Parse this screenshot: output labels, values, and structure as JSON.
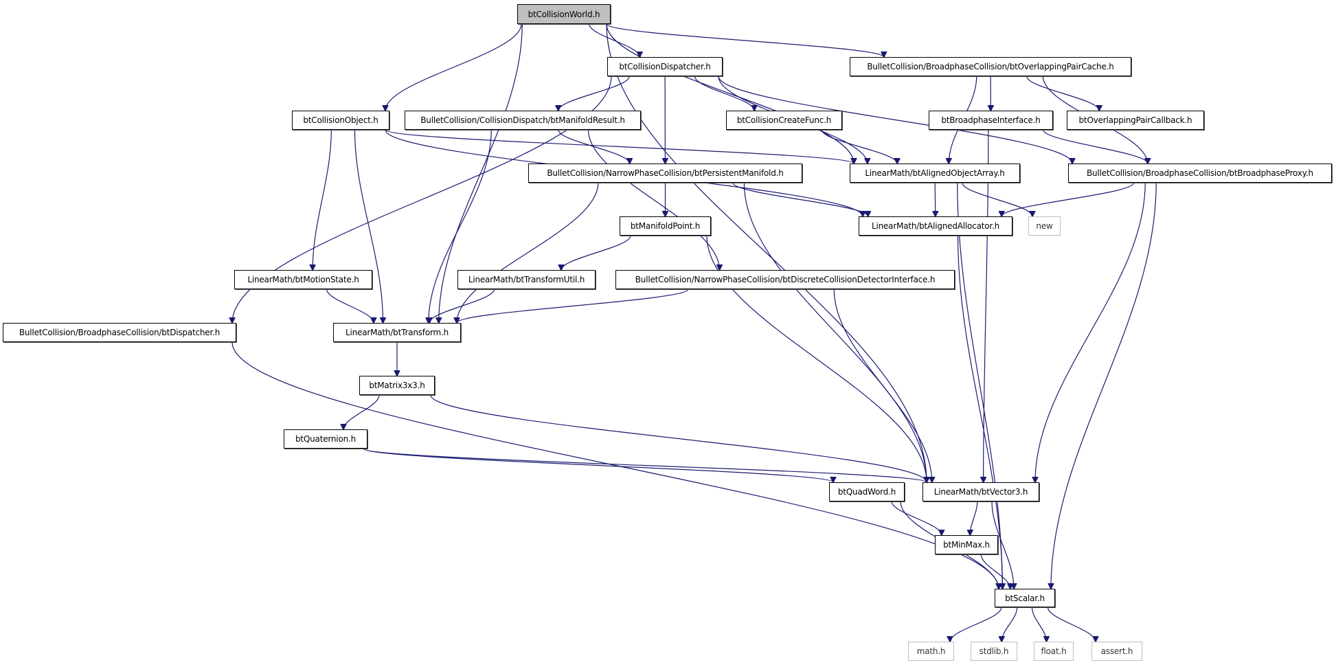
{
  "diagram": {
    "title": "btCollisionWorld.h include dependency graph",
    "edge_color": "#191970",
    "root_fill": "#bfbfbf",
    "nodes": [
      {
        "id": "world",
        "label": "btCollisionWorld.h",
        "kind": "root"
      },
      {
        "id": "dispatcher",
        "label": "btCollisionDispatcher.h",
        "kind": "file"
      },
      {
        "id": "pairCache",
        "label": "BulletCollision/BroadphaseCollision/btOverlappingPairCache.h",
        "kind": "file"
      },
      {
        "id": "colObject",
        "label": "btCollisionObject.h",
        "kind": "file"
      },
      {
        "id": "manifoldResult",
        "label": "BulletCollision/CollisionDispatch/btManifoldResult.h",
        "kind": "file"
      },
      {
        "id": "createFunc",
        "label": "btCollisionCreateFunc.h",
        "kind": "file"
      },
      {
        "id": "bpInterface",
        "label": "btBroadphaseInterface.h",
        "kind": "file"
      },
      {
        "id": "pairCallback",
        "label": "btOverlappingPairCallback.h",
        "kind": "file"
      },
      {
        "id": "persistManifold",
        "label": "BulletCollision/NarrowPhaseCollision/btPersistentManifold.h",
        "kind": "file"
      },
      {
        "id": "alignedArray",
        "label": "LinearMath/btAlignedObjectArray.h",
        "kind": "file"
      },
      {
        "id": "bpProxy",
        "label": "BulletCollision/BroadphaseCollision/btBroadphaseProxy.h",
        "kind": "file"
      },
      {
        "id": "manifoldPoint",
        "label": "btManifoldPoint.h",
        "kind": "file"
      },
      {
        "id": "alignedAlloc",
        "label": "LinearMath/btAlignedAllocator.h",
        "kind": "file"
      },
      {
        "id": "new",
        "label": "new",
        "kind": "system"
      },
      {
        "id": "motionState",
        "label": "LinearMath/btMotionState.h",
        "kind": "file"
      },
      {
        "id": "transformUtil",
        "label": "LinearMath/btTransformUtil.h",
        "kind": "file"
      },
      {
        "id": "discreteCDI",
        "label": "BulletCollision/NarrowPhaseCollision/btDiscreteCollisionDetectorInterface.h",
        "kind": "file"
      },
      {
        "id": "bpDispatcher",
        "label": "BulletCollision/BroadphaseCollision/btDispatcher.h",
        "kind": "file"
      },
      {
        "id": "transform",
        "label": "LinearMath/btTransform.h",
        "kind": "file"
      },
      {
        "id": "matrix3x3",
        "label": "btMatrix3x3.h",
        "kind": "file"
      },
      {
        "id": "quaternion",
        "label": "btQuaternion.h",
        "kind": "file"
      },
      {
        "id": "quadWord",
        "label": "btQuadWord.h",
        "kind": "file"
      },
      {
        "id": "vector3",
        "label": "LinearMath/btVector3.h",
        "kind": "file"
      },
      {
        "id": "minMax",
        "label": "btMinMax.h",
        "kind": "file"
      },
      {
        "id": "scalar",
        "label": "btScalar.h",
        "kind": "file"
      },
      {
        "id": "math",
        "label": "math.h",
        "kind": "system"
      },
      {
        "id": "stdlib",
        "label": "stdlib.h",
        "kind": "system"
      },
      {
        "id": "float",
        "label": "float.h",
        "kind": "system"
      },
      {
        "id": "assert",
        "label": "assert.h",
        "kind": "system"
      }
    ],
    "edges": [
      [
        "world",
        "dispatcher"
      ],
      [
        "world",
        "pairCache"
      ],
      [
        "world",
        "colObject"
      ],
      [
        "world",
        "alignedArray"
      ],
      [
        "world",
        "transform"
      ],
      [
        "world",
        "vector3"
      ],
      [
        "dispatcher",
        "bpDispatcher"
      ],
      [
        "dispatcher",
        "manifoldResult"
      ],
      [
        "dispatcher",
        "persistManifold"
      ],
      [
        "dispatcher",
        "createFunc"
      ],
      [
        "dispatcher",
        "alignedArray"
      ],
      [
        "dispatcher",
        "bpProxy"
      ],
      [
        "pairCache",
        "bpInterface"
      ],
      [
        "pairCache",
        "pairCallback"
      ],
      [
        "pairCache",
        "alignedArray"
      ],
      [
        "pairCache",
        "bpProxy"
      ],
      [
        "colObject",
        "motionState"
      ],
      [
        "colObject",
        "transform"
      ],
      [
        "colObject",
        "alignedArray"
      ],
      [
        "colObject",
        "alignedAlloc"
      ],
      [
        "manifoldResult",
        "persistManifold"
      ],
      [
        "manifoldResult",
        "transform"
      ],
      [
        "manifoldResult",
        "discreteCDI"
      ],
      [
        "createFunc",
        "alignedArray"
      ],
      [
        "bpInterface",
        "bpProxy"
      ],
      [
        "bpInterface",
        "vector3"
      ],
      [
        "persistManifold",
        "manifoldPoint"
      ],
      [
        "persistManifold",
        "alignedAlloc"
      ],
      [
        "persistManifold",
        "transform"
      ],
      [
        "persistManifold",
        "vector3"
      ],
      [
        "alignedArray",
        "alignedAlloc"
      ],
      [
        "alignedArray",
        "new"
      ],
      [
        "alignedArray",
        "scalar"
      ],
      [
        "bpProxy",
        "alignedAlloc"
      ],
      [
        "bpProxy",
        "vector3"
      ],
      [
        "bpProxy",
        "scalar"
      ],
      [
        "manifoldPoint",
        "transformUtil"
      ],
      [
        "manifoldPoint",
        "vector3"
      ],
      [
        "alignedAlloc",
        "scalar"
      ],
      [
        "motionState",
        "transform"
      ],
      [
        "transformUtil",
        "transform"
      ],
      [
        "discreteCDI",
        "transform"
      ],
      [
        "discreteCDI",
        "vector3"
      ],
      [
        "bpDispatcher",
        "scalar"
      ],
      [
        "transform",
        "matrix3x3"
      ],
      [
        "matrix3x3",
        "quaternion"
      ],
      [
        "matrix3x3",
        "vector3"
      ],
      [
        "quaternion",
        "quadWord"
      ],
      [
        "quaternion",
        "vector3"
      ],
      [
        "quadWord",
        "minMax"
      ],
      [
        "quadWord",
        "scalar"
      ],
      [
        "vector3",
        "minMax"
      ],
      [
        "vector3",
        "scalar"
      ],
      [
        "minMax",
        "scalar"
      ],
      [
        "scalar",
        "math"
      ],
      [
        "scalar",
        "stdlib"
      ],
      [
        "scalar",
        "float"
      ],
      [
        "scalar",
        "assert"
      ]
    ]
  }
}
